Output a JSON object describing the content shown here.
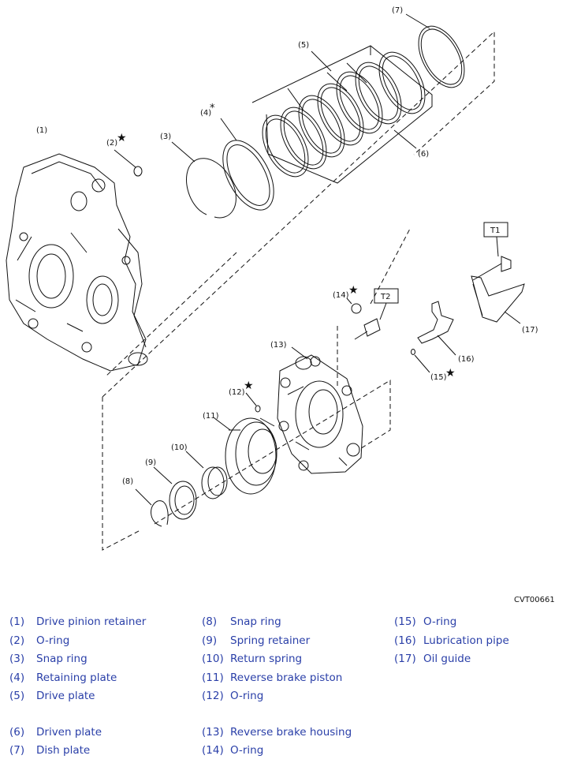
{
  "diagram": {
    "callouts": [
      "(1)",
      "(2)",
      "(3)",
      "(4)",
      "(5)",
      "(6)",
      "(7)",
      "(8)",
      "(9)",
      "(10)",
      "(11)",
      "(12)",
      "(13)",
      "(14)",
      "(15)",
      "(16)",
      "(17)"
    ],
    "torque_tags": [
      "T1",
      "T2"
    ],
    "star_symbol": "★",
    "asterisk_symbol": "*",
    "figure_code": "CVT00661"
  },
  "legend": [
    {
      "num": "(1)",
      "label": "Drive pinion retainer"
    },
    {
      "num": "(2)",
      "label": "O-ring"
    },
    {
      "num": "(3)",
      "label": "Snap ring"
    },
    {
      "num": "(4)",
      "label": "Retaining plate"
    },
    {
      "num": "(5)",
      "label": "Drive plate"
    },
    {
      "num": "(6)",
      "label": "Driven plate"
    },
    {
      "num": "(7)",
      "label": "Dish plate"
    },
    {
      "num": "(8)",
      "label": "Snap ring"
    },
    {
      "num": "(9)",
      "label": "Spring retainer"
    },
    {
      "num": "(10)",
      "label": "Return spring"
    },
    {
      "num": "(11)",
      "label": "Reverse brake piston"
    },
    {
      "num": "(12)",
      "label": "O-ring"
    },
    {
      "num": "(13)",
      "label": "Reverse brake housing"
    },
    {
      "num": "(14)",
      "label": "O-ring"
    },
    {
      "num": "(15)",
      "label": "O-ring"
    },
    {
      "num": "(16)",
      "label": "Lubrication pipe"
    },
    {
      "num": "(17)",
      "label": "Oil guide"
    }
  ]
}
